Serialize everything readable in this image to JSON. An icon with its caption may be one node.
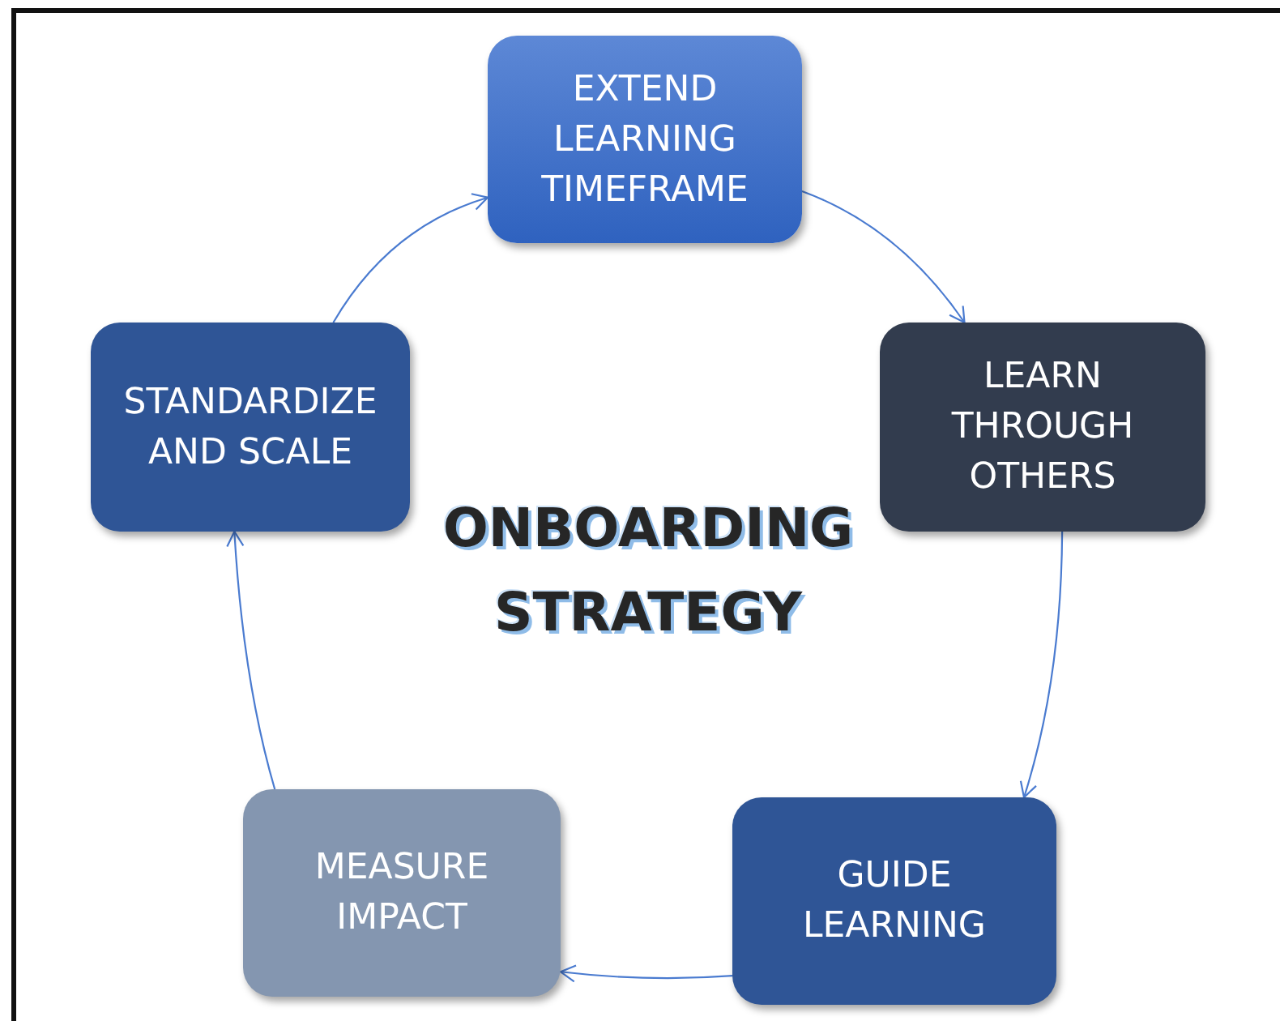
{
  "diagram": {
    "title": "ONBOARDING STRATEGY",
    "nodes": [
      {
        "text": [
          "EXTEND LEARNING TIMEFRAME"
        ]
      },
      {
        "text": [
          "LEARN THROUGH OTHERS"
        ]
      },
      {
        "text": [
          "GUIDE LEARNING"
        ]
      },
      {
        "text": [
          "MEASURE IMPACT"
        ]
      },
      {
        "text": [
          "STANDARDIZE AND SCALE"
        ]
      }
    ],
    "edges": [
      {
        "from": 0,
        "to": 1,
        "arrow": "to"
      },
      {
        "from": 1,
        "to": 2,
        "arrow": "to"
      },
      {
        "from": 2,
        "to": 3,
        "arrow": "to"
      },
      {
        "from": 3,
        "to": 4,
        "arrow": "to"
      },
      {
        "from": 4,
        "to": 0,
        "arrow": "to"
      }
    ]
  }
}
